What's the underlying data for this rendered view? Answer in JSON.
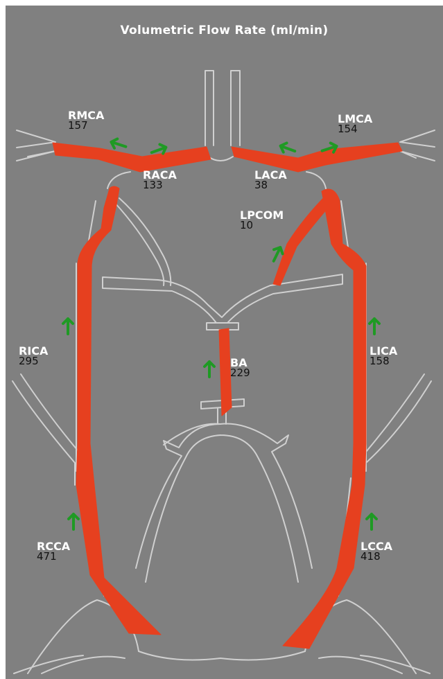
{
  "title": "Volumetric Flow Rate (ml/min)",
  "colors": {
    "background": "#808080",
    "vessel_outline": "#d0d0d0",
    "flow": "#e6401f",
    "arrow": "#1f9a24",
    "label": "#ffffff",
    "value": "#111111"
  },
  "vessels": [
    {
      "name": "RMCA",
      "value": "157"
    },
    {
      "name": "LMCA",
      "value": "154"
    },
    {
      "name": "RACA",
      "value": "133"
    },
    {
      "name": "LACA",
      "value": "38"
    },
    {
      "name": "LPCOM",
      "value": "10"
    },
    {
      "name": "RICA",
      "value": "295"
    },
    {
      "name": "BA",
      "value": "229"
    },
    {
      "name": "LICA",
      "value": "158"
    },
    {
      "name": "RCCA",
      "value": "471"
    },
    {
      "name": "LCCA",
      "value": "418"
    }
  ]
}
